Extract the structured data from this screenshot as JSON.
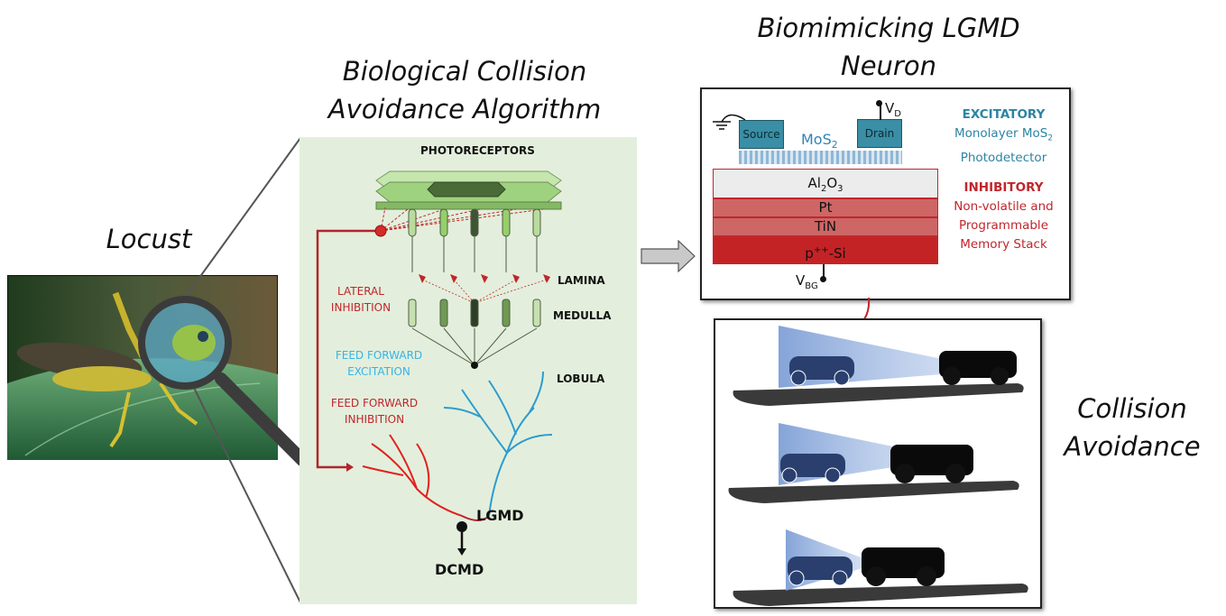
{
  "titles": {
    "locust": "Locust",
    "bio_line1": "Biological Collision",
    "bio_line2": "Avoidance Algorithm",
    "neuron_line1": "Biomimicking LGMD",
    "neuron_line2": "Neuron",
    "collision_line1": "Collision",
    "collision_line2": "Avoidance"
  },
  "bio_panel": {
    "photoreceptors": "PHOTORECEPTORS",
    "lamina": "LAMINA",
    "medulla": "MEDULLA",
    "lobula": "LOBULA",
    "lateral_inhibition_1": "LATERAL",
    "lateral_inhibition_2": "INHIBITION",
    "ff_excitation_1": "FEED FORWARD",
    "ff_excitation_2": "EXCITATION",
    "ff_inhibition_1": "FEED FORWARD",
    "ff_inhibition_2": "INHIBITION",
    "lgmd": "LGMD",
    "dcmd": "DCMD"
  },
  "neuron_device": {
    "source": "Source",
    "drain": "Drain",
    "channel": "MoS",
    "channel_sub": "2",
    "vd": "V",
    "vd_sub": "D",
    "vbg": "V",
    "vbg_sub": "BG",
    "layers": [
      {
        "name": "Al",
        "sub1": "2",
        "mid": "O",
        "sub2": "3"
      },
      {
        "name": "Pt"
      },
      {
        "name": "TiN"
      },
      {
        "name": "p",
        "sup": "++",
        "rest": "-Si"
      }
    ],
    "excitatory_title": "EXCITATORY",
    "excitatory_line1": "Monolayer MoS",
    "excitatory_line1_sub": "2",
    "excitatory_line2": "Photodetector",
    "inhibitory_title": "INHIBITORY",
    "inhibitory_line1": "Non-volatile and",
    "inhibitory_line2": "Programmable",
    "inhibitory_line3": "Memory Stack"
  },
  "colors": {
    "excitatory": "#2c84a3",
    "inhibitory": "#c0262c",
    "panel_bg": "#e3efdc",
    "lgmd_blue": "#2e9bd0",
    "lgmd_red": "#e0221f"
  }
}
